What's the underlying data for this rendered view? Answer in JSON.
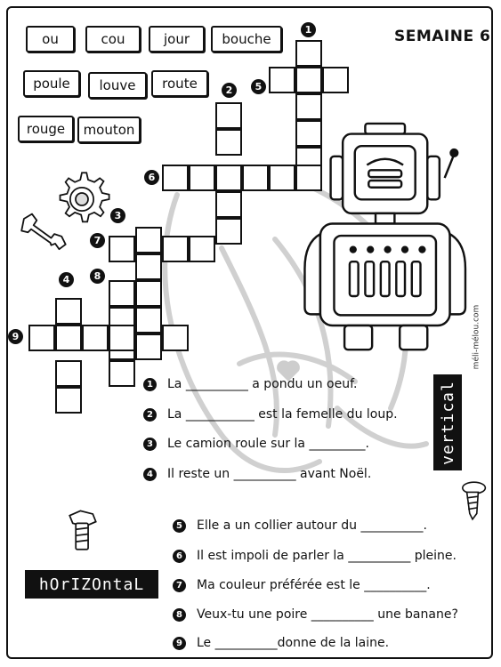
{
  "header": {
    "week": "SEMAINE 6"
  },
  "word_bank": [
    "ou",
    "cou",
    "jour",
    "bouche",
    "poule",
    "louve",
    "route",
    "rouge",
    "mouton"
  ],
  "grid_numbers": [
    "1",
    "2",
    "3",
    "4",
    "5",
    "6",
    "7",
    "8",
    "9"
  ],
  "vertical": {
    "label": "vertical",
    "clues": [
      {
        "n": "1",
        "text": "La __________ a pondu un oeuf."
      },
      {
        "n": "2",
        "text": "La ___________ est la femelle du loup."
      },
      {
        "n": "3",
        "text": "Le camion roule sur la _________."
      },
      {
        "n": "4",
        "text": "Il reste un __________ avant Noël."
      }
    ]
  },
  "horizontal": {
    "label": "hOrIZOntaL",
    "clues": [
      {
        "n": "5",
        "text": "Elle a un collier autour du __________."
      },
      {
        "n": "6",
        "text": "Il est impoli de parler la __________ pleine."
      },
      {
        "n": "7",
        "text": "Ma couleur préférée est le __________."
      },
      {
        "n": "8",
        "text": "Veux-tu une poire __________ une banane?"
      },
      {
        "n": "9",
        "text": "Le __________donne de la laine."
      }
    ]
  },
  "credit": "méli-mélou.com",
  "colors": {
    "ink": "#111111",
    "paper": "#ffffff",
    "watermark": "#c8c8c8"
  },
  "icons": [
    "gear-icon",
    "wrench-icon",
    "robot-illustration",
    "bolt-icon",
    "screw-icon",
    "watermark-logo"
  ]
}
